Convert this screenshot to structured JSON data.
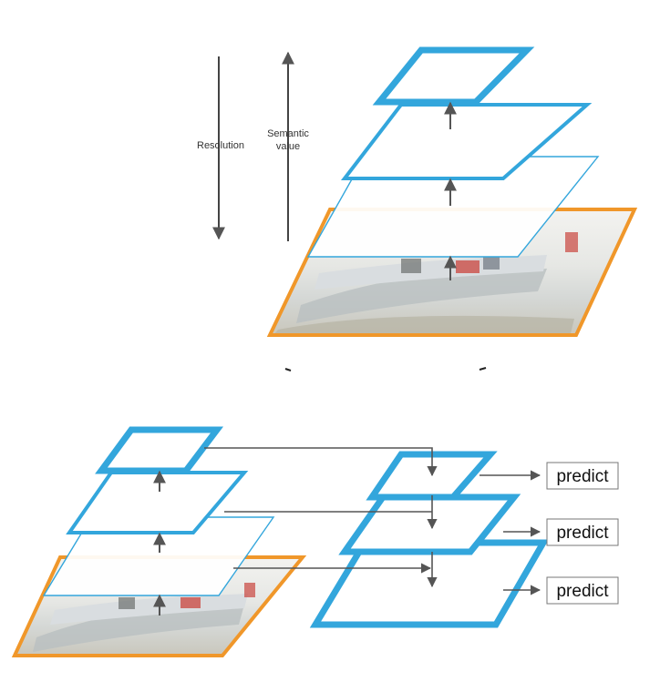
{
  "top": {
    "resolution_label": "Resolution",
    "semantic_label_line1": "Semantic",
    "semantic_label_line2": "value"
  },
  "bottom": {
    "predict_labels": [
      "predict",
      "predict",
      "predict"
    ]
  },
  "colors": {
    "feature_map_blue": "#33a6dc",
    "image_border_orange": "#f0972a",
    "arrow_gray": "#555555",
    "text": "#333333"
  }
}
